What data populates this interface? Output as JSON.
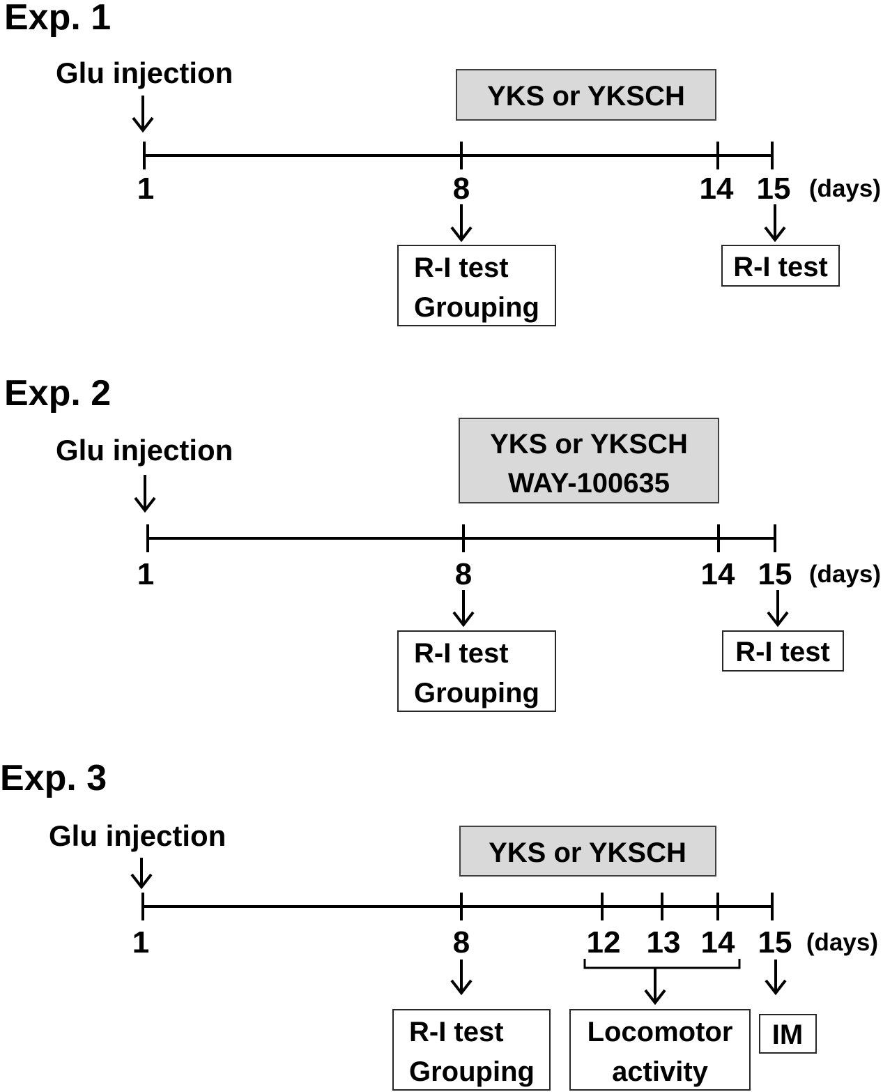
{
  "colors": {
    "treatment_fill": "#d9d9d9",
    "stroke": "#000000"
  },
  "experiments": [
    {
      "title": "Exp. 1",
      "injection": "Glu injection",
      "treatment": [
        "YKS or YKSCH"
      ],
      "days": [
        "1",
        "8",
        "14",
        "15"
      ],
      "unit": "(days)",
      "outcomes": [
        [
          "R-I test",
          "Grouping"
        ],
        [
          "R-I test"
        ]
      ]
    },
    {
      "title": "Exp. 2",
      "injection": "Glu injection",
      "treatment": [
        "YKS or YKSCH",
        "WAY-100635"
      ],
      "days": [
        "1",
        "8",
        "14",
        "15"
      ],
      "unit": "(days)",
      "outcomes": [
        [
          "R-I test",
          "Grouping"
        ],
        [
          "R-I test"
        ]
      ]
    },
    {
      "title": "Exp. 3",
      "injection": "Glu injection",
      "treatment": [
        "YKS or YKSCH"
      ],
      "days": [
        "1",
        "8",
        "12",
        "13",
        "14",
        "15"
      ],
      "unit": "(days)",
      "outcomes": [
        [
          "R-I test",
          "Grouping"
        ],
        [
          "Locomotor",
          "activity"
        ],
        [
          "IM"
        ]
      ]
    }
  ]
}
